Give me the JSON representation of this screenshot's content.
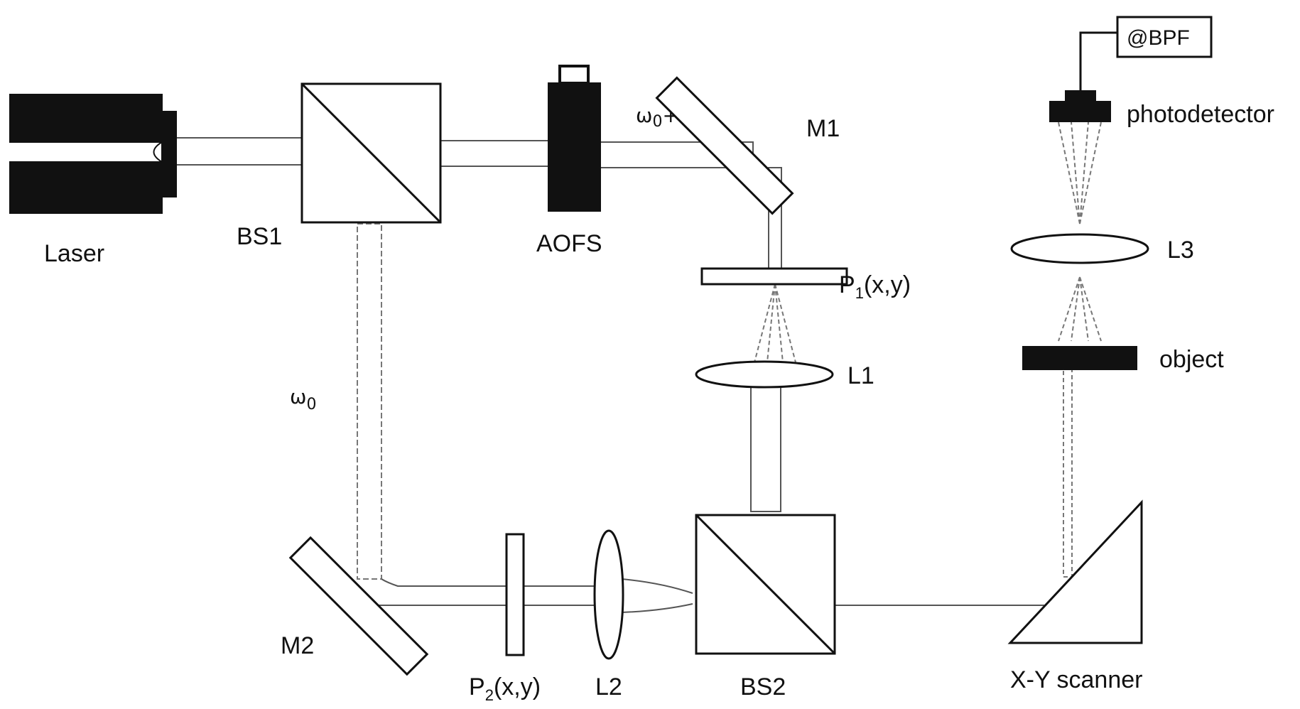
{
  "labels": {
    "laser": "Laser",
    "bs1": "BS1",
    "aofs": "AOFS",
    "shifted_freq_omega": "ω",
    "shifted_freq_sub": "0",
    "shifted_freq_rest": "+Ω",
    "m1": "M1",
    "p1_main": "P",
    "p1_sub": "1",
    "p1_rest": "(x,y)",
    "l1": "L1",
    "omega0_main": "ω",
    "omega0_sub": "0",
    "m2": "M2",
    "p2_main": "P",
    "p2_sub": "2",
    "p2_rest": "(x,y)",
    "l2": "L2",
    "bs2": "BS2",
    "scanner": "X-Y scanner",
    "object": "object",
    "l3": "L3",
    "photodetector": "photodetector",
    "bpf": "@BPF"
  },
  "colors": {
    "ink": "#111111",
    "beam": "#555555",
    "background": "#ffffff"
  }
}
